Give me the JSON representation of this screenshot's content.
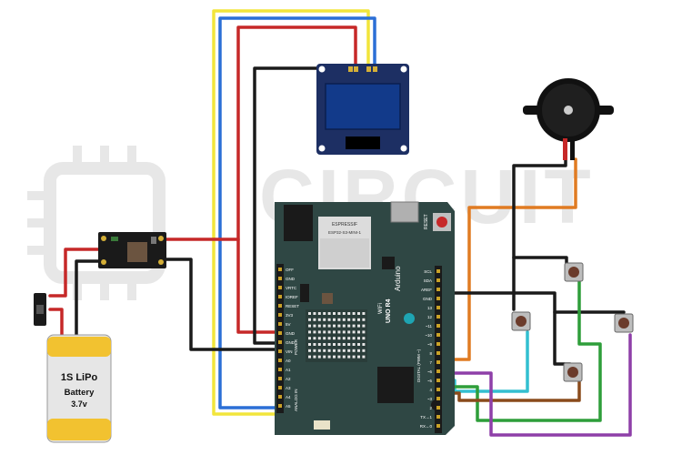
{
  "watermark": {
    "text": "CIRCUIT"
  },
  "board": {
    "module_line1": "ESPRESSIF",
    "module_line2": "ESP32-S3-MINI-1",
    "brand": "Arduino",
    "model": "UNO R4",
    "model_sub": "WiFi",
    "reset_label": "RESET",
    "pwm_label": "DIGITAL (PWM ~)",
    "analog_label": "ANALOG IN",
    "power_label": "POWER",
    "left_pins": [
      "OFF",
      "GND",
      "VRTC",
      "IOREF",
      "RESET",
      "3V3",
      "5V",
      "GND",
      "GND",
      "VIN",
      "A0",
      "A1",
      "A2",
      "A3",
      "A4",
      "A5"
    ],
    "right_pins": [
      "SCL",
      "SDA",
      "AREF",
      "GND",
      "13",
      "12",
      "~11",
      "~10",
      "~9",
      "8",
      "7",
      "~6",
      "~5",
      "4",
      "~3",
      "2",
      "TX→1",
      "RX←0"
    ]
  },
  "battery": {
    "line1": "1S LiPo",
    "line2": "Battery",
    "line3": "3.7v"
  },
  "colors": {
    "wire_red": "#c62828",
    "wire_black": "#1a1a1a",
    "wire_yellow": "#f2e53b",
    "wire_blue": "#2b6fd6",
    "wire_orange": "#e07b22",
    "wire_cyan": "#33bfd0",
    "wire_green": "#2e9e3a",
    "wire_brown": "#8a4b1c",
    "wire_purple": "#8e3fa8",
    "board": "#2f4744",
    "oled_screen": "#123a8a",
    "oled_pcb": "#1d2f63"
  }
}
